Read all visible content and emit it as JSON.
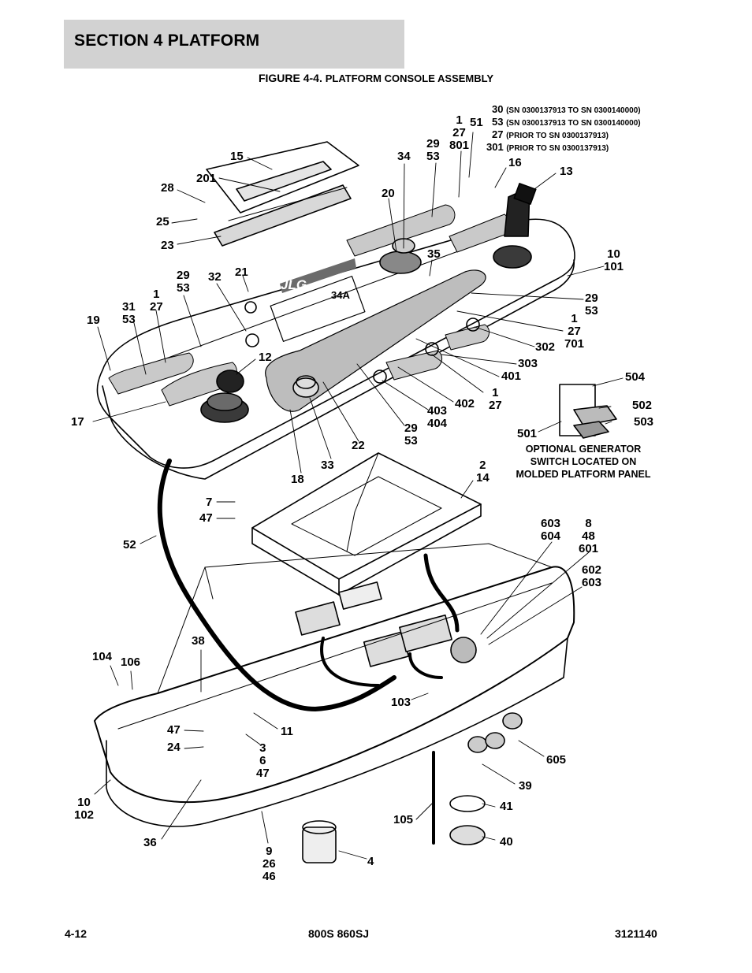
{
  "header": {
    "section": "SECTION 4   PLATFORM",
    "figure_number": "FIGURE 4-4.",
    "figure_caption": "PLATFORM CONSOLE ASSEMBLY"
  },
  "notes": [
    {
      "num": "30",
      "text": "(SN 0300137913 TO SN 0300140000)"
    },
    {
      "num": "53",
      "text": "(SN 0300137913 TO SN 0300140000)"
    },
    {
      "num": "27",
      "text": "(PRIOR TO SN 0300137913)"
    },
    {
      "num": "301",
      "text": "(PRIOR TO SN 0300137913)"
    }
  ],
  "optional_note": "OPTIONAL GENERATOR\nSWITCH LOCATED ON\nMOLDED PLATFORM PANEL",
  "panel_text": {
    "logo": "JLG",
    "placard": "34A"
  },
  "callouts": {
    "c15": "15",
    "c201": "201",
    "c28": "28",
    "c25": "25",
    "c23": "23",
    "c34": "34",
    "c29_53_top": "29\n53",
    "c1_27_801": "1\n27\n801",
    "c51": "51",
    "c16": "16",
    "c13": "13",
    "c20": "20",
    "c35": "35",
    "c10_101": "10\n101",
    "c21": "21",
    "c32": "32",
    "c29_53_left": "29\n53",
    "c1_27_left": "1\n27",
    "c31_53": "31\n53",
    "c19": "19",
    "c12": "12",
    "c29_53_right": "29\n53",
    "c1_27_701": "1\n27\n701",
    "c302": "302",
    "c303": "303",
    "c401": "401",
    "c1_27_mid": "1\n27",
    "c402": "402",
    "c403_404": "403\n404",
    "c29_53_bot": "29\n53",
    "c22": "22",
    "c33": "33",
    "c18": "18",
    "c17": "17",
    "c504": "504",
    "c502": "502",
    "c503": "503",
    "c501": "501",
    "c2_14": "2\n14",
    "c7": "7",
    "c47_top": "47",
    "c52": "52",
    "c603_604": "603\n604",
    "c8_48_601": "8\n48\n601",
    "c602_603": "602\n603",
    "c38": "38",
    "c104": "104",
    "c106": "106",
    "c47_left": "47",
    "c24": "24",
    "c11": "11",
    "c3_6_47": "3\n6\n47",
    "c103": "103",
    "c605": "605",
    "c39": "39",
    "c41": "41",
    "c40": "40",
    "c105": "105",
    "c10_102": "10\n102",
    "c36": "36",
    "c9_26_46": "9\n26\n46",
    "c4": "4"
  },
  "footer": {
    "left": "4-12",
    "center": "800S 860SJ",
    "right": "3121140"
  }
}
